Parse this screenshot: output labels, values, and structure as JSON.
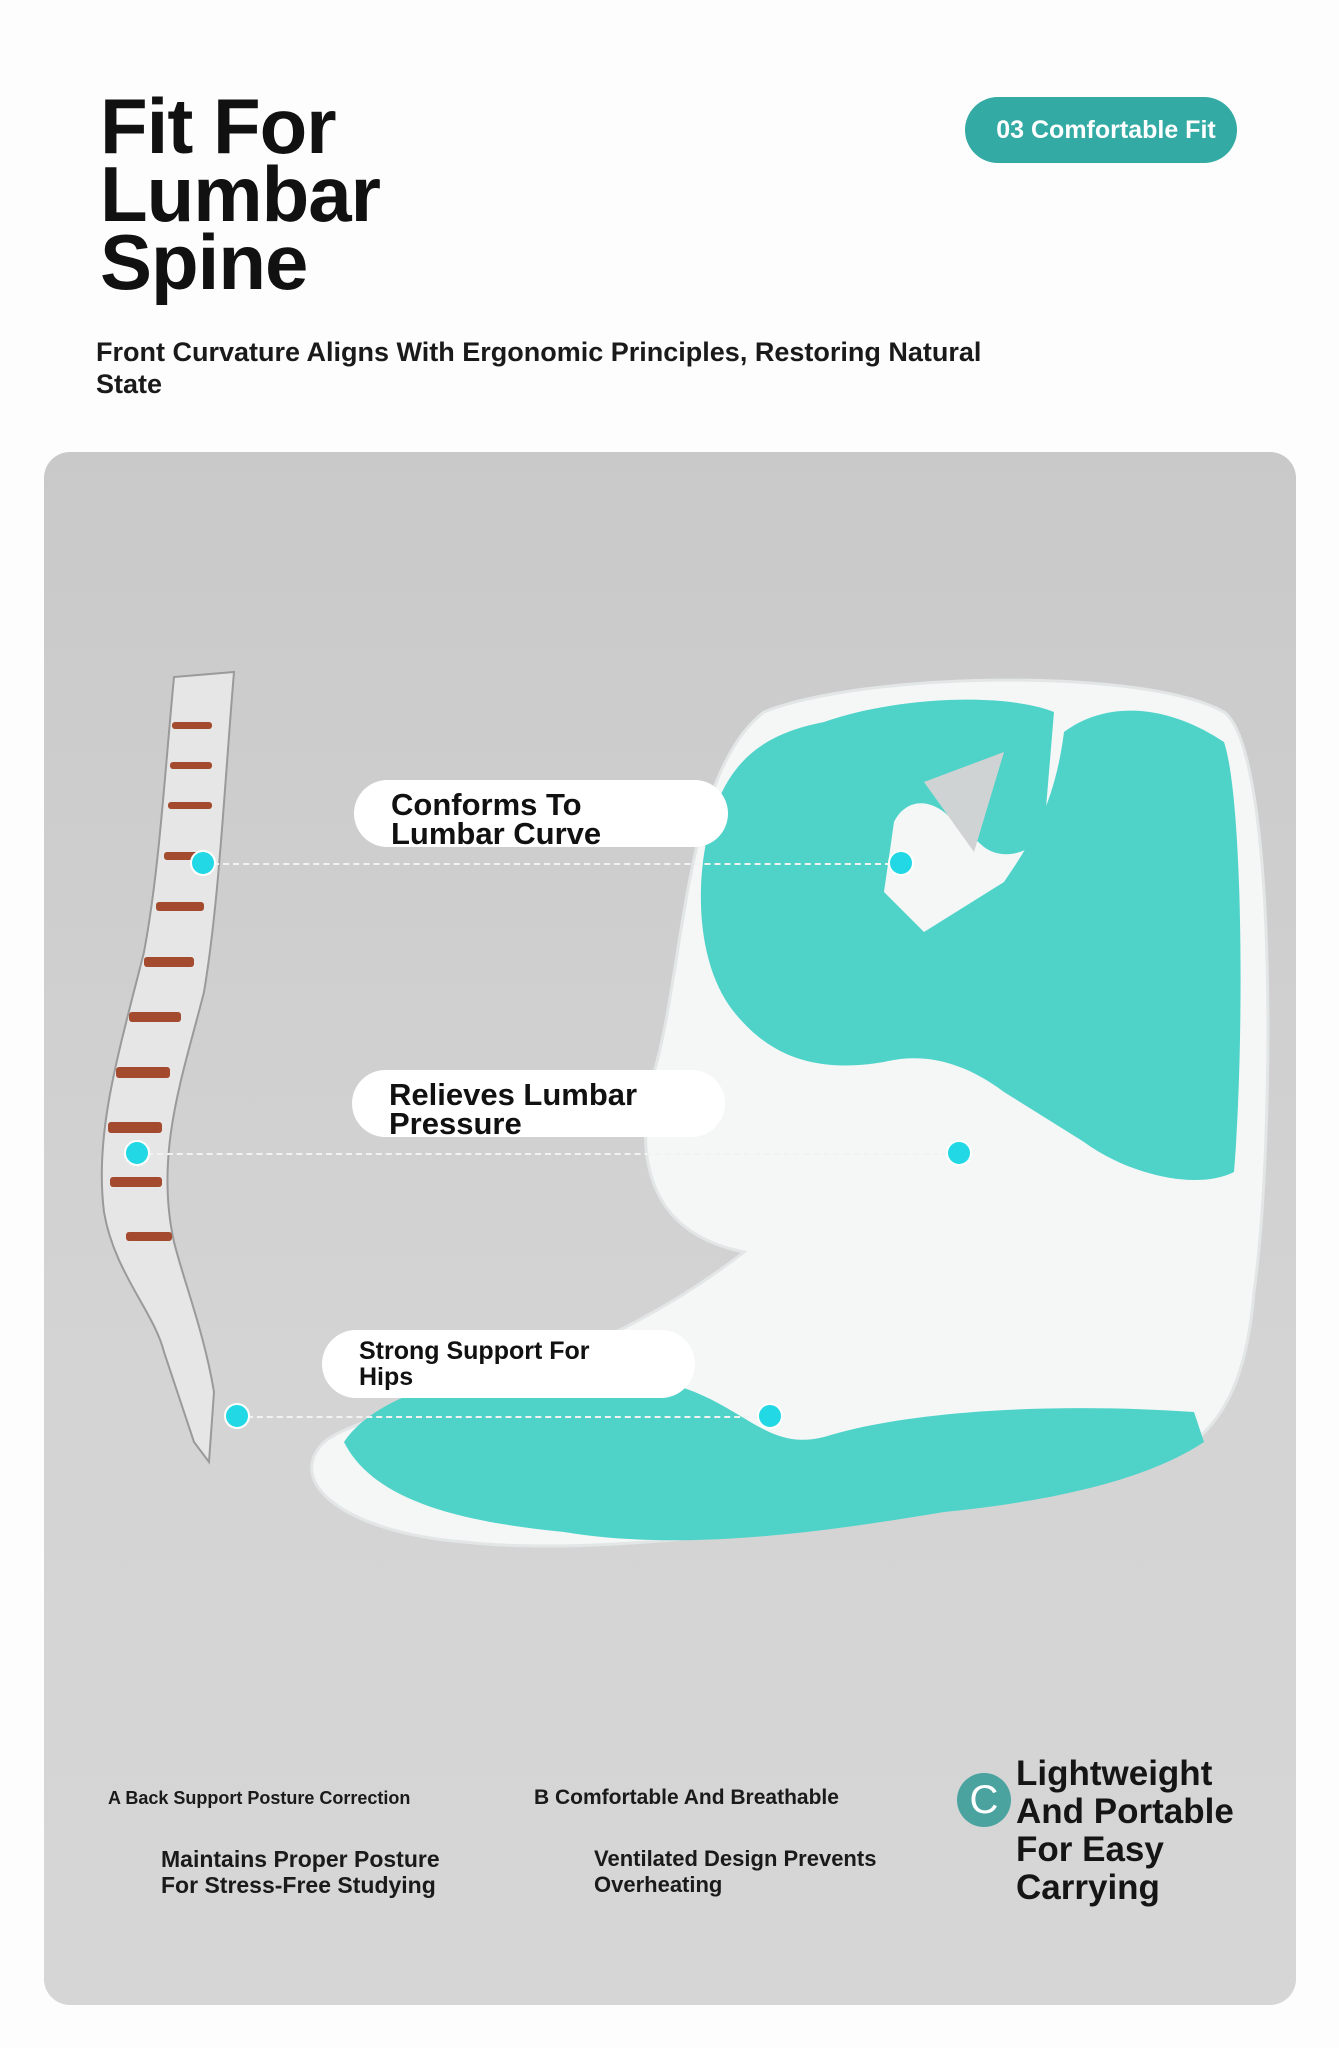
{
  "header": {
    "title_lines": [
      "Fit For",
      "Lumbar",
      "Spine"
    ],
    "subtitle": "Front Curvature Aligns With Ergonomic Principles, Restoring Natural State",
    "badge": "03 Comfortable Fit"
  },
  "callouts": [
    {
      "line1": "Conforms To",
      "line2": "Lumbar Curve"
    },
    {
      "line1": "Relieves Lumbar",
      "line2": "Pressure"
    },
    {
      "line1": "Strong Support For",
      "line2": "Hips"
    }
  ],
  "features": {
    "a_title": "A Back Support Posture Correction",
    "a_desc1": "Maintains Proper Posture",
    "a_desc2": "For Stress-Free Studying",
    "b_title": "B Comfortable And Breathable",
    "b_desc1": "Ventilated Design Prevents",
    "b_desc2": "Overheating",
    "c_letter": "C",
    "c_lines": [
      "Lightweight",
      "And Portable",
      "For Easy",
      "Carrying"
    ]
  },
  "colors": {
    "accent": "#33aaa3",
    "cushion": "#4fd3c9",
    "dot": "#22d8e4"
  }
}
